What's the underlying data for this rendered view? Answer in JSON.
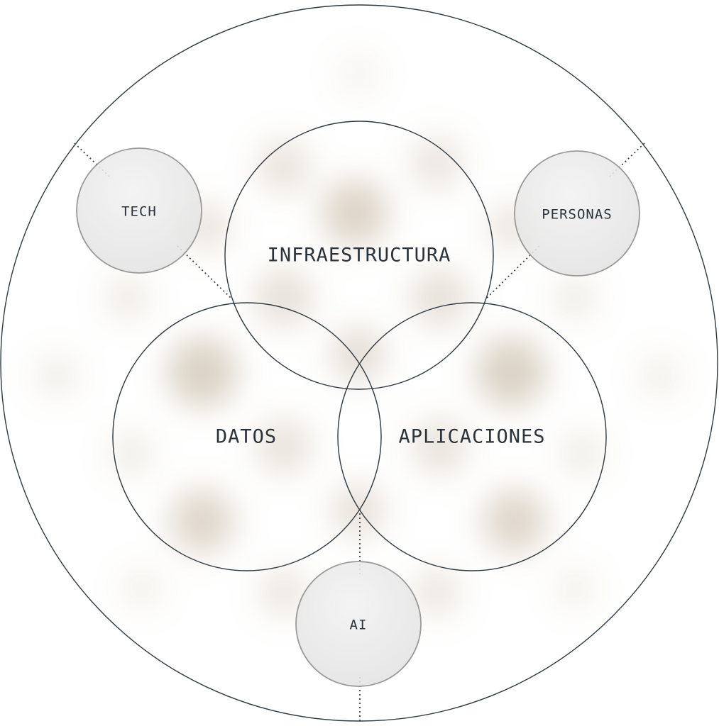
{
  "labels": {
    "infraestructura": "INFRAESTRUCTURA",
    "datos": "DATOS",
    "aplicaciones": "APLICACIONES",
    "tech": "TECH",
    "personas": "PERSONAS",
    "ai": "AI"
  },
  "colors": {
    "background": "#ffffff",
    "outline": "#2f3a40",
    "text": "#2a333a",
    "node_fill": "#e9e9ea",
    "node_stroke": "#9a9a9a",
    "blur_spot": "#b09c7e",
    "dotted_line": "#3a3f44"
  }
}
